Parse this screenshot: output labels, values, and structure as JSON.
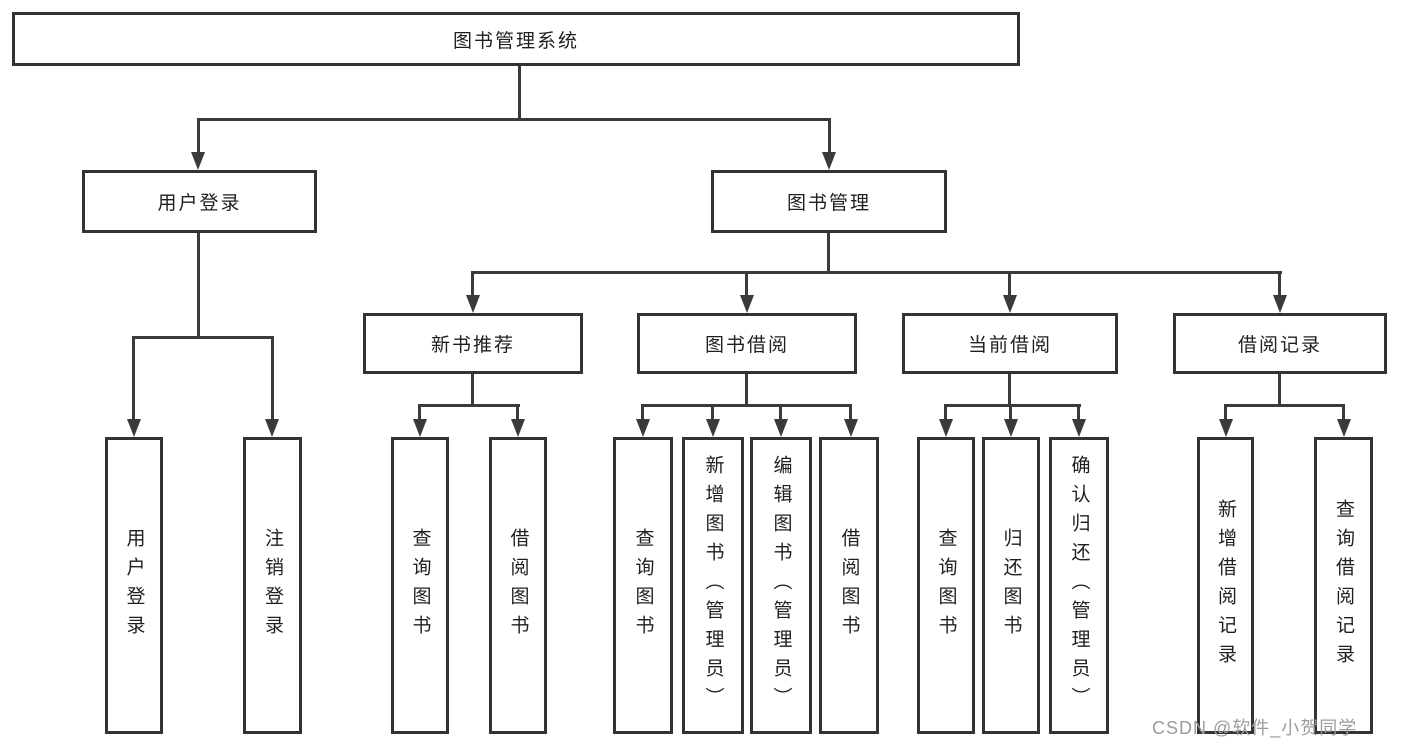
{
  "diagram": {
    "root": "图书管理系统",
    "branches": {
      "user_login": {
        "label": "用户登录",
        "children": [
          "用户登录",
          "注销登录"
        ]
      },
      "book_mgmt": {
        "label": "图书管理",
        "sections": {
          "new_books": {
            "label": "新书推荐",
            "children": [
              "查询图书",
              "借阅图书"
            ]
          },
          "book_borrow": {
            "label": "图书借阅",
            "children": [
              "查询图书",
              "新增图书（管理员）",
              "编辑图书（管理员）",
              "借阅图书"
            ]
          },
          "current_borrow": {
            "label": "当前借阅",
            "children": [
              "查询图书",
              "归还图书",
              "确认归还（管理员）"
            ]
          },
          "borrow_records": {
            "label": "借阅记录",
            "children": [
              "新增借阅记录",
              "查询借阅记录"
            ]
          }
        }
      }
    },
    "watermark": "CSDN @软件_小贺同学"
  },
  "colors": {
    "line": "#3a3a3a",
    "border": "#333333",
    "fill": "#ffffff",
    "text": "#1f1f1f",
    "watermark": "#9c9c9c"
  }
}
